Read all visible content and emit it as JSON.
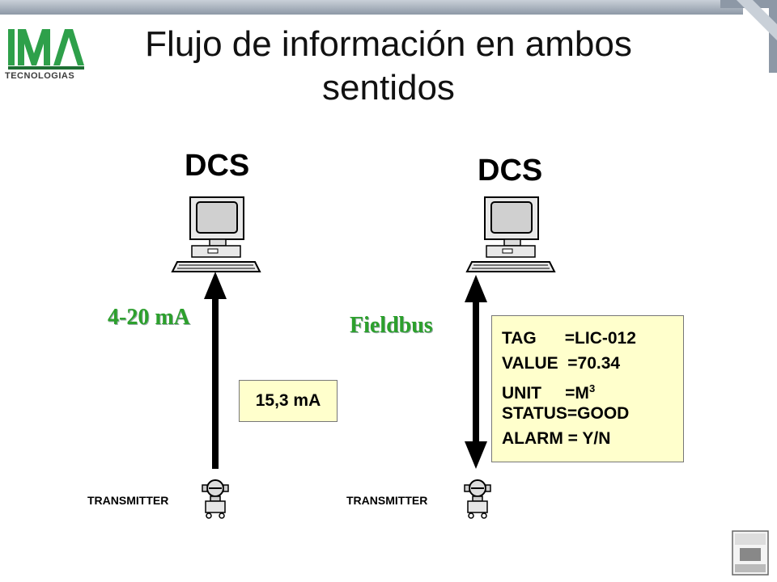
{
  "title": "Flujo de información  en ambos sentidos",
  "logo": {
    "text": "TECNOLOGIAS"
  },
  "left": {
    "dcs_label": "DCS",
    "signal_label": "4-20 mA",
    "value_box": "15,3 mA",
    "transmitter_label": "TRANSMITTER"
  },
  "right": {
    "dcs_label": "DCS",
    "signal_label": "Fieldbus",
    "transmitter_label": "TRANSMITTER",
    "info": {
      "tag": "TAG      =LIC-012",
      "value": "VALUE  =70.34",
      "unit_prefix": "UNIT     =M",
      "unit_exp": "3",
      "status": "STATUS=GOOD",
      "alarm": "ALARM = Y/N"
    }
  },
  "colors": {
    "label_green": "#2ca02c",
    "box_fill": "#ffffcc",
    "topbar": "#a9b3bf"
  }
}
